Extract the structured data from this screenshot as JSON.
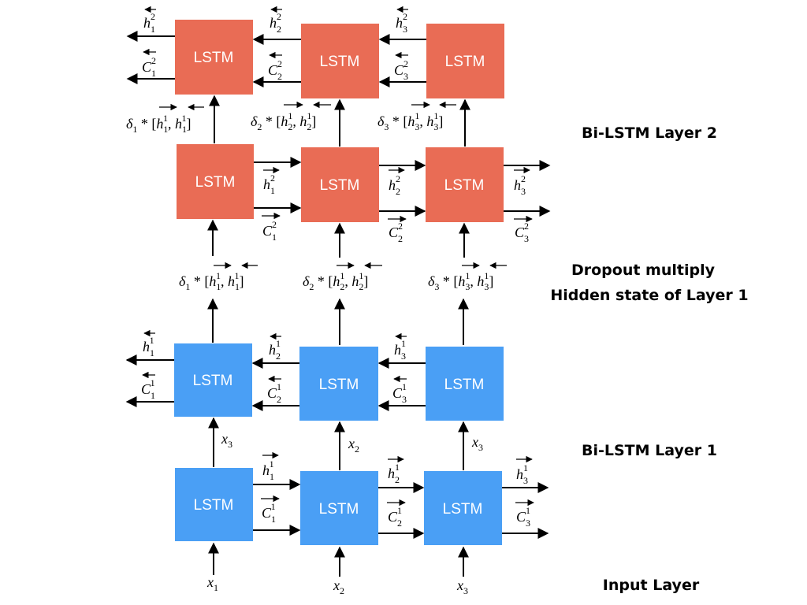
{
  "diagram": {
    "box_label": "LSTM",
    "colors": {
      "layer2_box": "#E96C55",
      "layer1_box": "#4A9FF5",
      "line": "#000000"
    },
    "side_labels": {
      "layer2": "Bi-LSTM Layer 2",
      "dropout_line1": "Dropout multiply",
      "dropout_line2": "Hidden state of Layer 1",
      "layer1": "Bi-LSTM Layer 1",
      "input": "Input Layer"
    },
    "symbols": {
      "h": "h",
      "C": "C",
      "x": "x",
      "delta": "δ",
      "star_open": " * [",
      "comma": ", ",
      "close": "]",
      "sub1": "1",
      "sub2": "2",
      "sub3": "3",
      "sup1": "1",
      "sup2": "2"
    }
  }
}
